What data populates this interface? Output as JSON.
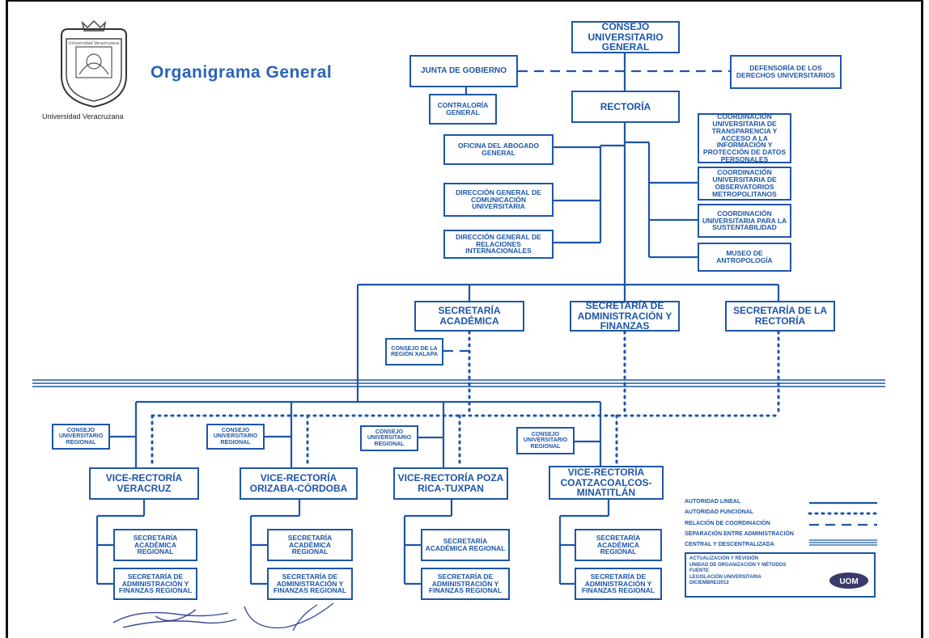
{
  "header": {
    "title": "Organigrama General",
    "institution": "Universidad Veracruzana",
    "seal_text": "Universidad Veracruzana"
  },
  "boxes": {
    "consejo_general": "Consejo Universitario General",
    "junta": "Junta de Gobierno",
    "defensoria": "Defensoría de los Derechos Universitarios",
    "contraloria": "Contraloría General",
    "rectoria": "Rectoría",
    "abogado": "Oficina del Abogado General",
    "comunicacion": "Dirección General de Comunicación Universitaria",
    "relaciones": "Dirección General de Relaciones Internacionales",
    "transparencia": "Coordinación Universitaria de Transparencia y Acceso a la Información y Protección de Datos Personales",
    "observatorios": "Coordinación Universitaria de Observatorios Metropolitanos",
    "sustentabilidad": "Coordinación Universitaria para la Sustentabilidad",
    "museo": "Museo de Antropología",
    "sec_academica": "Secretaría Académica",
    "sec_admin": "Secretaría de Administración y Finanzas",
    "sec_rectoria": "Secretaría de la Rectoría",
    "consejo_xalapa": "Consejo de la Región Xalapa"
  },
  "regions": [
    {
      "consejo": "Consejo Universitario Regional",
      "vice": "Vice-Rectoría Veracruz",
      "sec_acad": "Secretaría Académica Regional",
      "sec_admin": "Secretaría de Administración y Finanzas Regional"
    },
    {
      "consejo": "Consejo Universitario Regional",
      "vice": "Vice-Rectoría Orizaba-Córdoba",
      "sec_acad": "Secretaría Académica Regional",
      "sec_admin": "Secretaría de Administración y Finanzas Regional"
    },
    {
      "consejo": "Consejo Universitario Regional",
      "vice": "Vice-Rectoría Poza Rica-Tuxpan",
      "sec_acad": "Secretaría Académica Regional",
      "sec_admin": "Secretaría de Administración y Finanzas Regional"
    },
    {
      "consejo": "Consejo Universitario Regional",
      "vice": "Vice-Rectoría Coatzacoalcos-Minatitlán",
      "sec_acad": "Secretaría Académica Regional",
      "sec_admin": "Secretaría de Administración y Finanzas Regional"
    }
  ],
  "legend": {
    "lineal": "Autoridad lineal",
    "funcional": "Autoridad funcional",
    "coordinacion": "Relación de coordinación",
    "separacion_1": "Separación entre Administración",
    "separacion_2": "Central y Descentralizada"
  },
  "note": {
    "line1": "Actualización y Revisión",
    "line2": "Unidad de Organización y Métodos",
    "line3": "Fuente",
    "line4": "Legislación Universitaria",
    "line5": "Diciembre/2012",
    "badge": "UOM"
  },
  "colors": {
    "primary": "#1e56a8",
    "title": "#2a63b8"
  }
}
